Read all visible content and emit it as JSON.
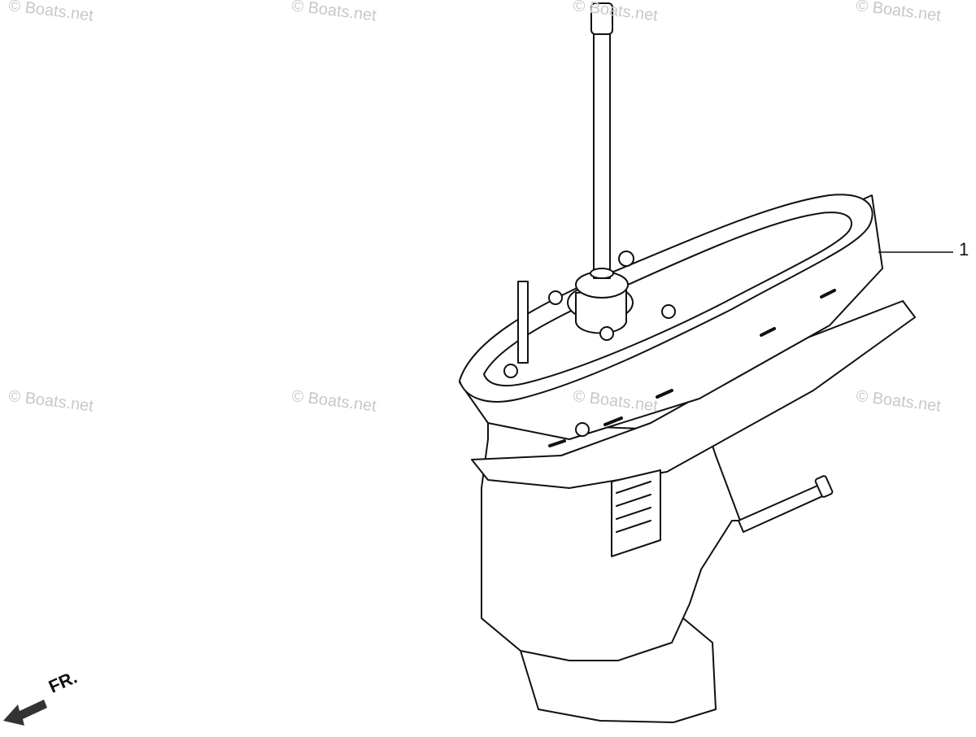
{
  "watermark": "© Boats.net",
  "callouts": [
    {
      "label": "1"
    }
  ],
  "direction_label": "FR."
}
